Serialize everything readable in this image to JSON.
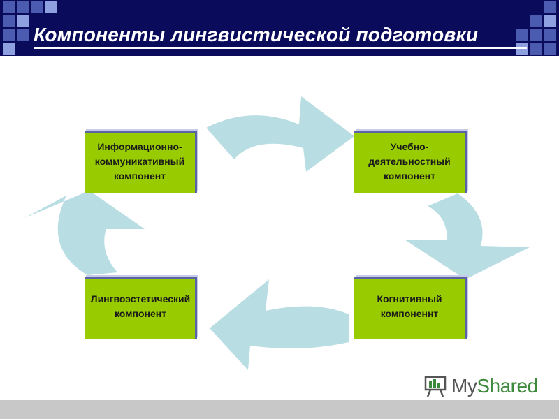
{
  "header": {
    "title": "Компоненты лингвистической подготовки"
  },
  "diagram": {
    "type": "cycle",
    "arrow_color": "#b8dde3",
    "box_color": "#99cc00",
    "components": [
      {
        "id": "info",
        "label": "Информационно-\nкоммуникативный\nкомпонент"
      },
      {
        "id": "edu",
        "label": "Учебно-\nдеятельностный\nкомпонент"
      },
      {
        "id": "cog",
        "label": "Когнитивный\nкомпоненнт"
      },
      {
        "id": "ling",
        "label": "Лингвоэстетический\nкомпонент"
      }
    ]
  },
  "watermark": {
    "text_main": "My",
    "text_accent": "Shared",
    "icon": "presentation-board-icon"
  }
}
